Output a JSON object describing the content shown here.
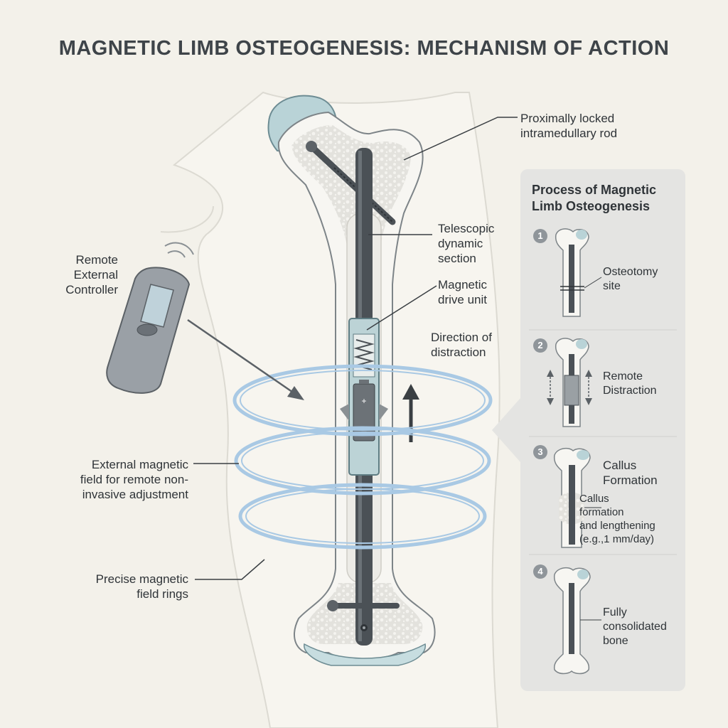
{
  "title": "MAGNETIC LIMB OSTEOGENESIS: MECHANISM OF ACTION",
  "labels": {
    "rod_line1": "Proximally locked",
    "rod_line2": "intramedullary rod",
    "telescopic_line1": "Telescopic",
    "telescopic_line2": "dynamic",
    "telescopic_line3": "section",
    "drive_line1": "Magnetic",
    "drive_line2": "drive unit",
    "direction_line1": "Direction of",
    "direction_line2": "distraction",
    "controller_line1": "Remote",
    "controller_line2": "External",
    "controller_line3": "Controller",
    "field_line1": "External magnetic",
    "field_line2": "field for remote non-",
    "field_line3": "invasive adjustment",
    "rings_line1": "Precise magnetic",
    "rings_line2": "field rings"
  },
  "process": {
    "title_line1": "Process of Magnetic",
    "title_line2": "Limb Osteogenesis",
    "steps": [
      {
        "num": "1",
        "line1": "Osteotomy",
        "line2": "site"
      },
      {
        "num": "2",
        "line1": "Remote",
        "line2": "Distraction"
      },
      {
        "num": "3",
        "line1": "Callus",
        "line2": "Formation",
        "sub1": "Callus",
        "sub2": "formation",
        "sub3": "and lengthening",
        "sub4": "(e.g.,1 mm/day)"
      },
      {
        "num": "4",
        "line1": "Fully",
        "line2": "consolidated",
        "line3": "bone"
      }
    ]
  },
  "colors": {
    "background": "#f3f1ea",
    "bone": "#f7f6f2",
    "cartilage": "#b9d3d7",
    "rod": "#4b5156",
    "field_ring": "#a9c9e4",
    "panel": "#e4e4e2"
  },
  "battery_symbols": {
    "plus": "+",
    "minus": "−"
  }
}
